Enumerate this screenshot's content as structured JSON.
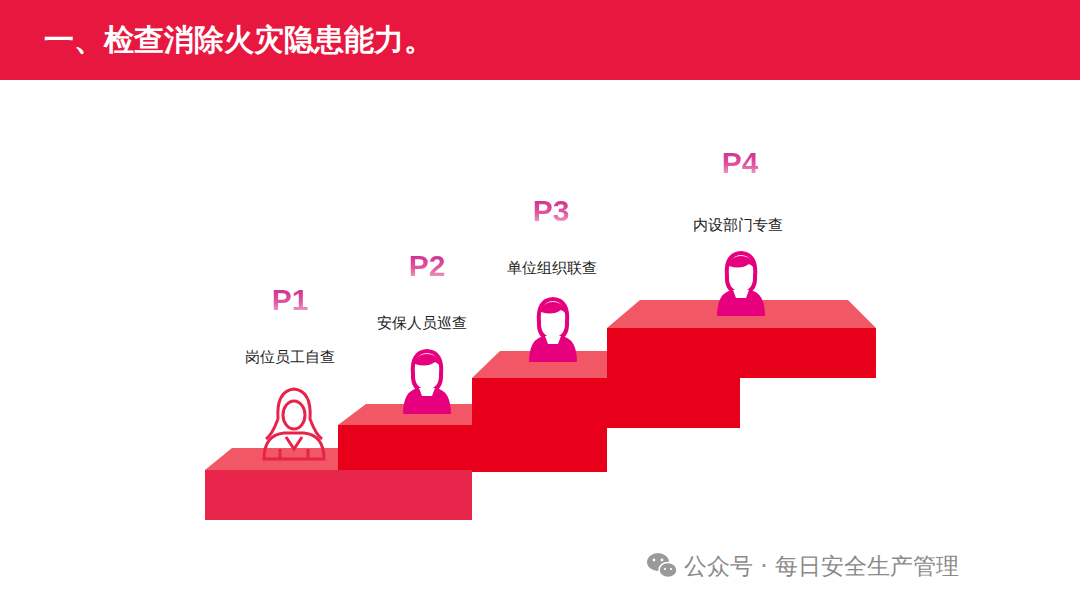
{
  "diagram": {
    "title": "一、检查消除火灾隐患能力。",
    "labels": [
      "P1",
      "岗位员工自查",
      "P2",
      "安保人员巡查",
      "P3",
      "单位组织联查",
      "P4",
      "内设部门专查",
      "公众号 · 每日安全生产管理"
    ]
  }
}
